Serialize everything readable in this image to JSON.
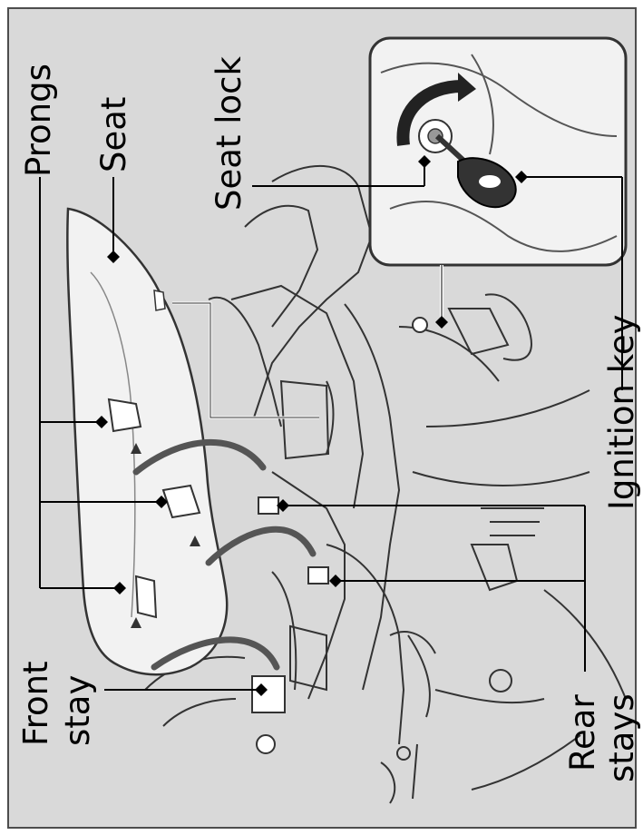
{
  "labels": {
    "prongs": "Prongs",
    "seat": "Seat",
    "seat_lock": "Seat lock",
    "ignition_key": "Ignition key",
    "front_stay_line1": "Front",
    "front_stay_line2": "stay",
    "rear_stays_line1": "Rear",
    "rear_stays_line2": "stays"
  },
  "colors": {
    "background": "#d9d9d9",
    "frame": "#4d4d4d",
    "line_art": "#333333",
    "seat_fill": "#f2f2f2",
    "callout": "#000000"
  },
  "icons": [
    "rotation-arrow-icon",
    "diamond-marker-icon"
  ]
}
